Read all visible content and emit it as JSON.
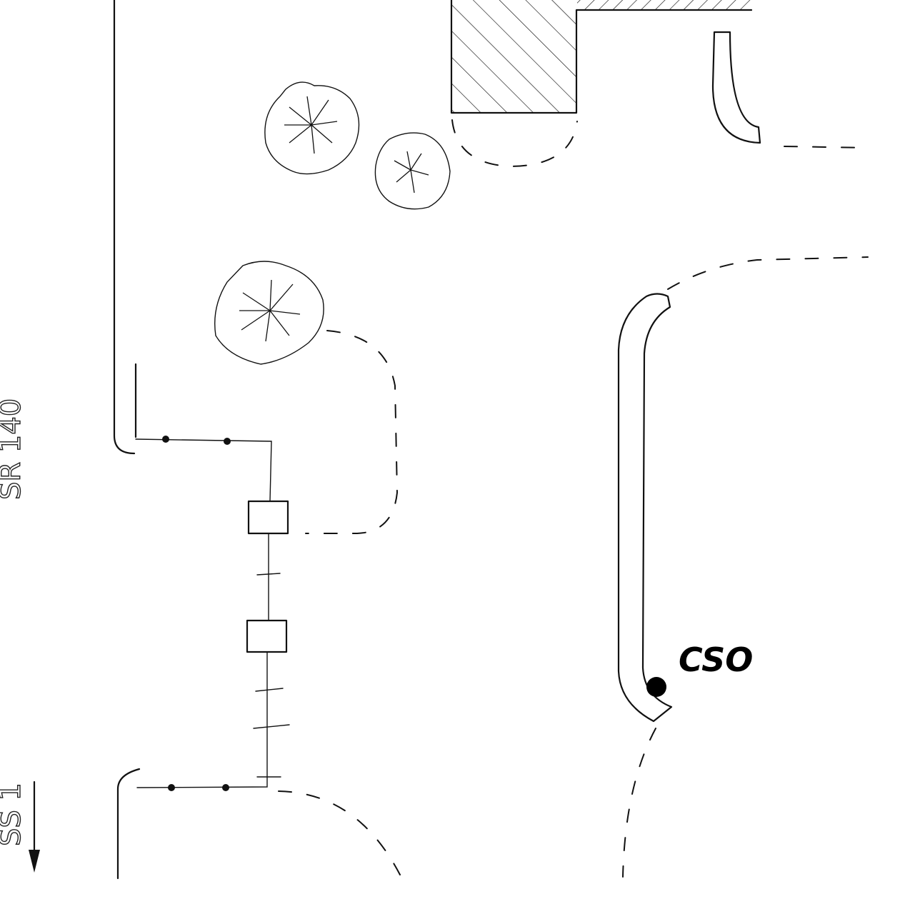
{
  "labels": {
    "cso": "CSO",
    "road_upper": "SR 140",
    "road_lower": "SS 1"
  },
  "colors": {
    "ink": "#111111",
    "background": "#ffffff"
  },
  "icons": [
    "tree-icon",
    "tree-icon",
    "tree-icon",
    "utility-box-icon",
    "utility-box-icon",
    "direction-arrow-icon"
  ]
}
